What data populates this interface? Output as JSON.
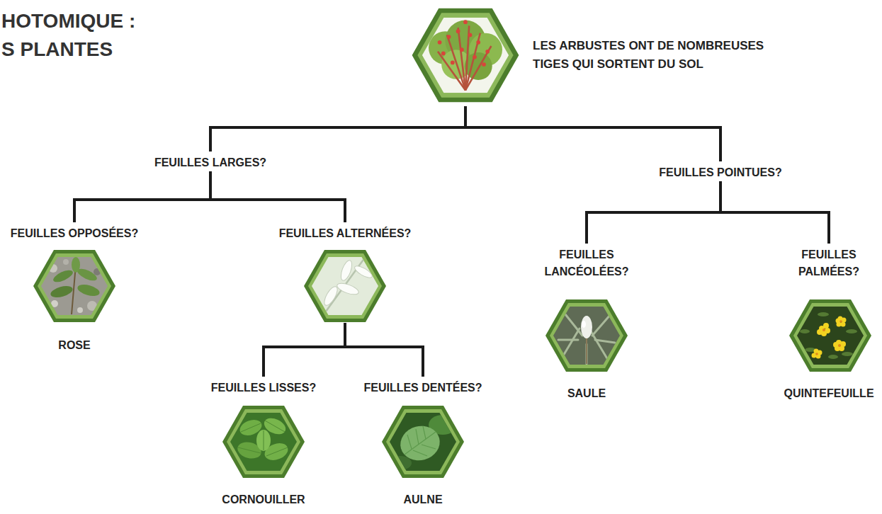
{
  "diagram": {
    "title": "HOTOMIQUE : S PLANTES",
    "nodes": [
      {
        "text": [
          "LES ARBUSTES ONT DE NOMBREUSES TIGES QUI SORTENT DU SOL"
        ]
      },
      {
        "text": [
          "FEUILLES LARGES?"
        ]
      },
      {
        "text": [
          "FEUILLES POINTUES?"
        ]
      },
      {
        "text": [
          "FEUILLES OPPOSÉES?",
          "ROSE"
        ]
      },
      {
        "text": [
          "FEUILLES ALTERNÉES?"
        ]
      },
      {
        "text": [
          "FEUILLES LISSES?",
          "CORNOUILLER"
        ]
      },
      {
        "text": [
          "FEUILLES DENTÉES?",
          "AULNE"
        ]
      },
      {
        "text": [
          "FEUILLES LANCÉOLÉES?",
          "SAULE"
        ]
      },
      {
        "text": [
          "FEUILLES PALMÉES?",
          "QUINTEFEUILLE"
        ]
      }
    ],
    "edges": [
      {
        "from": 0,
        "to": 1,
        "arrow": "none"
      },
      {
        "from": 0,
        "to": 2,
        "arrow": "none"
      },
      {
        "from": 1,
        "to": 3,
        "arrow": "none"
      },
      {
        "from": 1,
        "to": 4,
        "arrow": "none"
      },
      {
        "from": 4,
        "to": 5,
        "arrow": "none"
      },
      {
        "from": 4,
        "to": 6,
        "arrow": "none"
      },
      {
        "from": 2,
        "to": 7,
        "arrow": "none"
      },
      {
        "from": 2,
        "to": 8,
        "arrow": "none"
      }
    ]
  }
}
